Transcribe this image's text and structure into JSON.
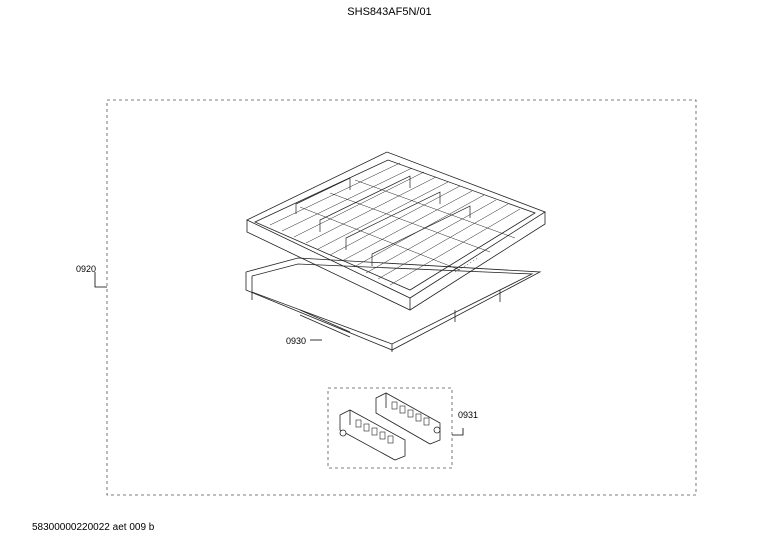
{
  "header": {
    "title": "SHS843AF5N/01"
  },
  "footer": {
    "code": "58300000220022 aet 009 b"
  },
  "parts": {
    "outer_group": "0920",
    "rack_frame": "0930",
    "clips": "0931"
  }
}
